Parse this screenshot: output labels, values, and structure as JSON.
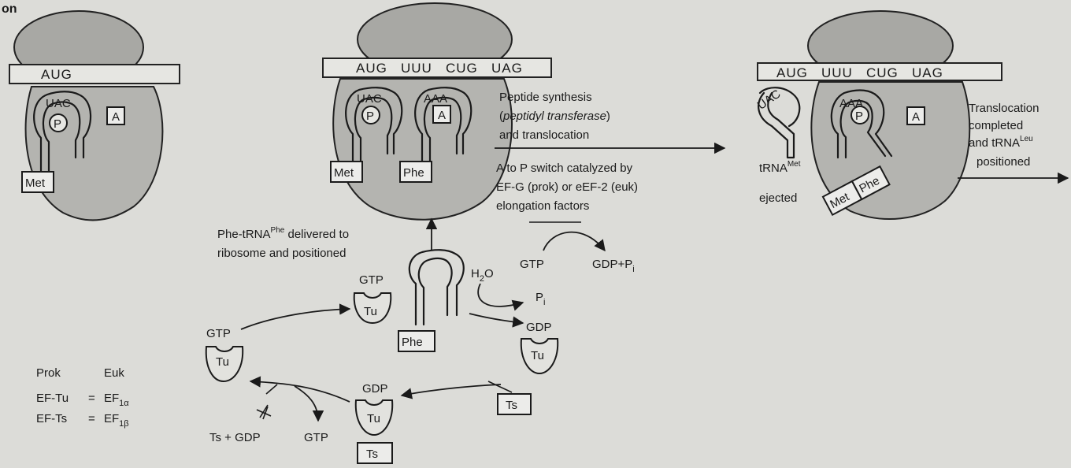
{
  "corner_label": "on",
  "panel1": {
    "codons": "AUG",
    "anticodon": "UAC",
    "p_site": "P",
    "a_site": "A",
    "amino_acid": "Met"
  },
  "panel2": {
    "codons": "AUG   UUU   CUG   UAG",
    "anticodon_p": "UAC",
    "anticodon_a": "AAA",
    "p_site": "P",
    "a_site": "A",
    "aa_p": "Met",
    "aa_a": "Phe"
  },
  "panel3": {
    "codons": "AUG   UUU   CUG   UAG",
    "ejected_anticodon": "UAC",
    "anticodon_p": "AAA",
    "p_site": "P",
    "a_site": "A",
    "aa_1": "Met",
    "aa_2": "Phe",
    "ejected_label_main": "tRNA",
    "ejected_label_sup": "Met",
    "ejected_label_word": "ejected"
  },
  "synthesis": {
    "line1": "Peptide synthesis",
    "line2_open": "(",
    "line2_italic": "peptidyl transferase",
    "line2_close": ")",
    "line3": "and translocation",
    "switch1": "A to P switch catalyzed by",
    "switch2": "EF-G (prok) or eEF-2 (euk)",
    "switch3": "elongation factors",
    "gtp": "GTP",
    "gdp_pi": "GDP+P",
    "gdp_pi_sub": "i"
  },
  "translocation": {
    "line1": "Translocation",
    "line2": "completed",
    "line3_main": "and tRNA",
    "line3_sup": "Leu",
    "line4": "positioned"
  },
  "delivery": {
    "line1_main": "Phe-tRNA",
    "line1_sup": "Phe",
    "line1_rest": " delivered to",
    "line2": "ribosome and positioned"
  },
  "cycle": {
    "gtp_top": "GTP",
    "tu_top": "Tu",
    "gtp_left": "GTP",
    "tu_left": "Tu",
    "phe": "Phe",
    "h2o_main": "H",
    "h2o_sub": "2",
    "h2o_end": "O",
    "pi_main": "P",
    "pi_sub": "i",
    "gdp_right": "GDP",
    "tu_right": "Tu",
    "ts_right": "Ts",
    "gdp_bottom": "GDP",
    "tu_bottom": "Tu",
    "ts_bottom": "Ts",
    "ts_gdp": "Ts + GDP",
    "gtp_bottom": "GTP"
  },
  "legend": {
    "prok": "Prok",
    "euk": "Euk",
    "row1_left": "EF-Tu",
    "row1_eq": "=",
    "row1_right_main": "EF",
    "row1_right_sub": "1α",
    "row2_left": "EF-Ts",
    "row2_eq": "=",
    "row2_right_main": "EF",
    "row2_right_sub": "1β"
  }
}
